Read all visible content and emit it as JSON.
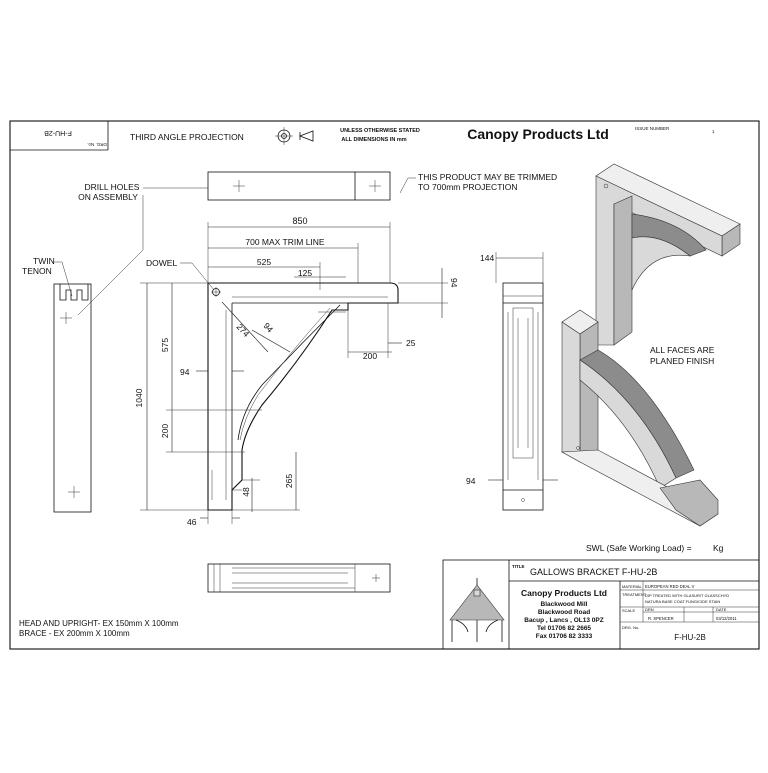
{
  "drawing_number_rotated": "F-HU-2B",
  "drg_no_rotated": "DRG. No.",
  "projection": "THIRD ANGLE PROJECTION",
  "units_note_1": "UNLESS OTHERWISE STATED",
  "units_note_2": "ALL DIMENSIONS IN mm",
  "company_header": "Canopy Products Ltd",
  "issue_number_label": "ISSUE NUMBER",
  "issue_number_value": "1",
  "trim_note_1": "THIS PRODUCT MAY BE TRIMMED",
  "trim_note_2": "TO 700mm PROJECTION",
  "drill_note_1": "DRILL HOLES",
  "drill_note_2": "ON ASSEMBLY",
  "twin_tenon_1": "TWIN",
  "twin_tenon_2": "TENON",
  "dowel": "DOWEL",
  "dims": {
    "overall_width": "850",
    "max_trim": "700 MAX TRIM LINE",
    "d525": "525",
    "d125": "125",
    "head_94": "94",
    "d25": "25",
    "d200_h": "200",
    "d274": "274",
    "brace_94": "94",
    "d575": "575",
    "d1040": "1040",
    "upright_94": "94",
    "d200_v": "200",
    "d48": "48",
    "d265": "265",
    "d46": "46",
    "side_144": "144",
    "side_94": "94"
  },
  "finish_1": "ALL FACES ARE",
  "finish_2": "PLANED FINISH",
  "swl": "SWL (Safe Working Load) =",
  "swl_unit": "Kg",
  "materials_1": "HEAD AND UPRIGHT- EX 150mm X 100mm",
  "materials_2": "BRACE - EX 200mm X 100mm",
  "title_block": {
    "title_label": "TITLE",
    "title": "GALLOWS BRACKET F-HU-2B",
    "company": "Canopy Products Ltd",
    "address_1": "Blackwood Mill",
    "address_2": "Blackwood Road",
    "address_3": "Bacup , Lancs , OL13 0PZ",
    "tel": "Tel 01706 82 2665",
    "fax": "Fax 01706 82 3333",
    "material_label": "MATERIAL",
    "material": "EUROPEAN RED DEAL V",
    "treatment_label": "TREATMENT",
    "treatment_1": "DIP TREATED WITH GLASURIT GLASSCHYD",
    "treatment_2": "NATURA BASE COAT FUNGICIDE STAIN",
    "scale_label": "SCALE",
    "drn_label": "DRN",
    "date_label": "DATE",
    "drawn_by": "R. SPENCER",
    "date": "03/12/2011",
    "drg_no_label": "DRG. No.",
    "drg_no": "F-HU-2B"
  }
}
